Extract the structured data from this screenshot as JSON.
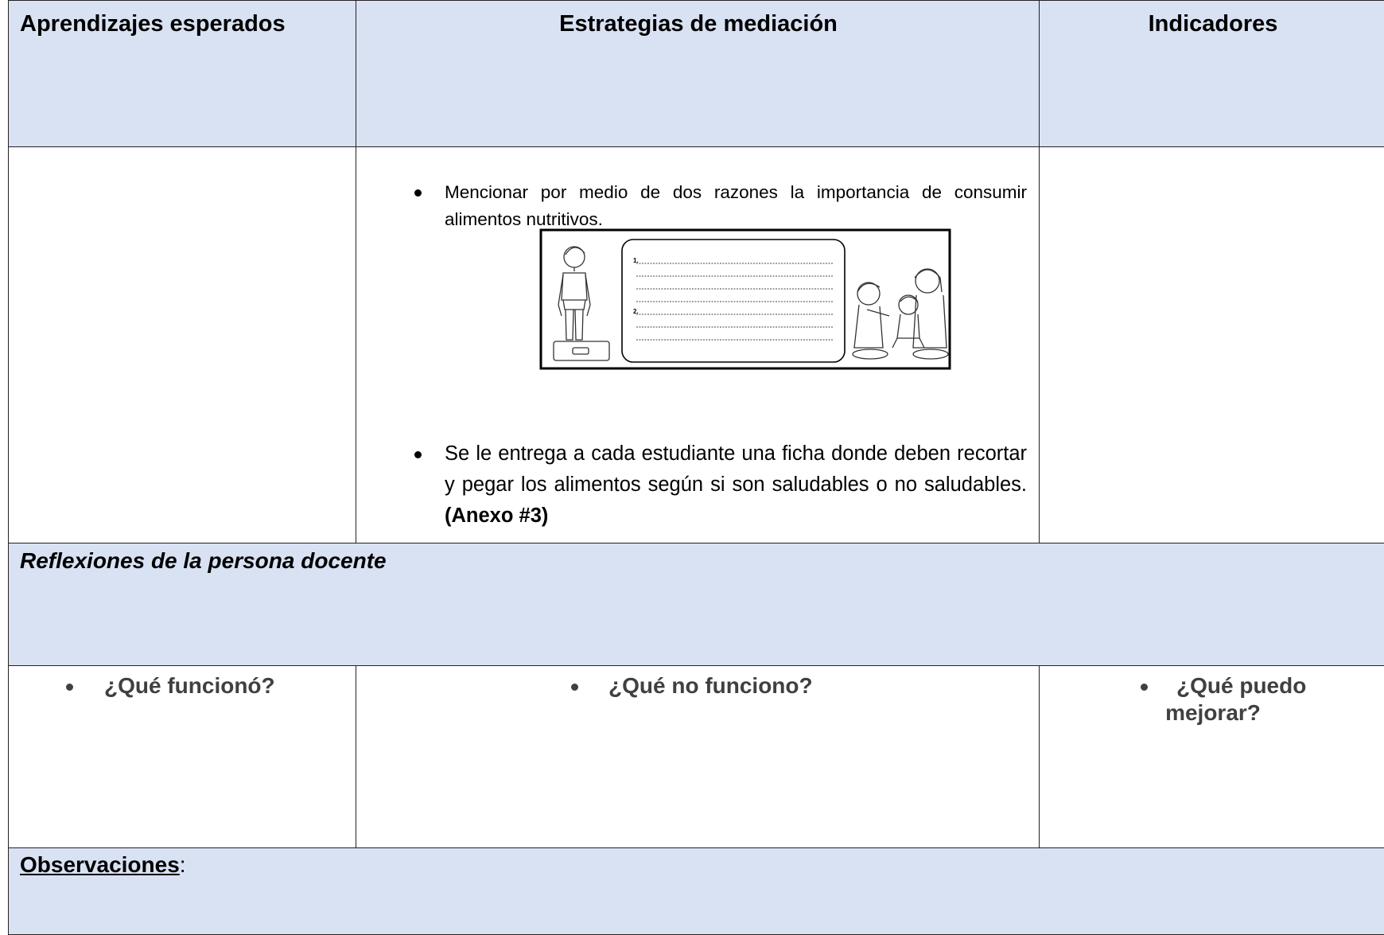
{
  "headers": {
    "col1": "Aprendizajes esperados",
    "col2": "Estrategias de mediación",
    "col3": "Indicadores"
  },
  "strategies": {
    "item1": "Mencionar por medio de dos razones la importancia de consumir alimentos nutritivos.",
    "worksheet": {
      "line1_marker": "1.",
      "line2_marker": "2."
    },
    "item2_text": "Se le entrega a cada estudiante una ficha donde deben recortar y pegar los alimentos según si son saludables o no saludables. ",
    "item2_bold": "(Anexo #3)"
  },
  "reflections": {
    "title": "Reflexiones de la persona docente",
    "q1": "¿Qué funcionó?",
    "q2": "¿Qué no funciono?",
    "q3_line1": "¿Qué puedo",
    "q3_line2": "mejorar?"
  },
  "observations": {
    "label": "Observaciones",
    "colon": ":"
  }
}
